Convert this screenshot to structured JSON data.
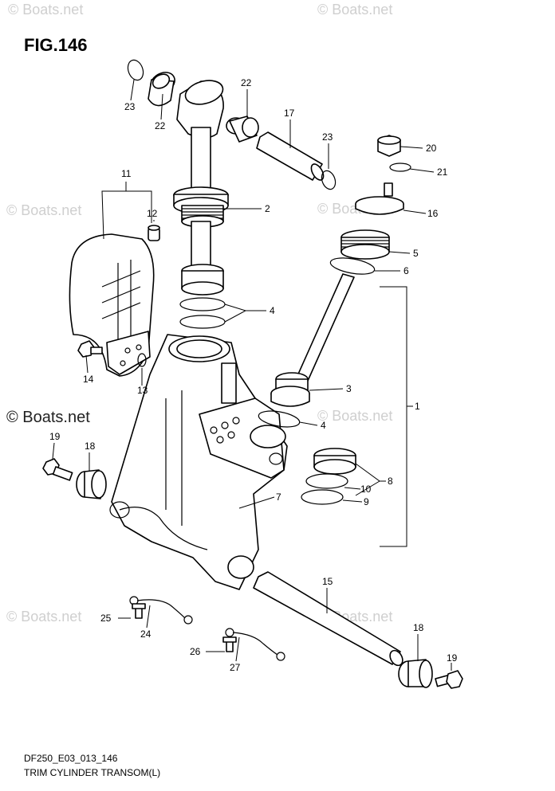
{
  "figure": {
    "title": "FIG.146"
  },
  "caption": {
    "model": "DF250_E03_013_146",
    "name": "TRIM CYLINDER TRANSOM(L)"
  },
  "watermark": {
    "faint": "© Boats.net",
    "strong": "© Boats.net"
  },
  "callouts": {
    "c1": "1",
    "c2": "2",
    "c3": "3",
    "c4a": "4",
    "c4b": "4",
    "c5": "5",
    "c6": "6",
    "c7": "7",
    "c8": "8",
    "c9": "9",
    "c10": "10",
    "c11": "11",
    "c12": "12",
    "c13": "13",
    "c14": "14",
    "c15": "15",
    "c16": "16",
    "c17": "17",
    "c18a": "18",
    "c18b": "18",
    "c19a": "19",
    "c19b": "19",
    "c20": "20",
    "c21": "21",
    "c22a": "22",
    "c22b": "22",
    "c23a": "23",
    "c23b": "23",
    "c24": "24",
    "c25": "25",
    "c26": "26",
    "c27": "27"
  }
}
